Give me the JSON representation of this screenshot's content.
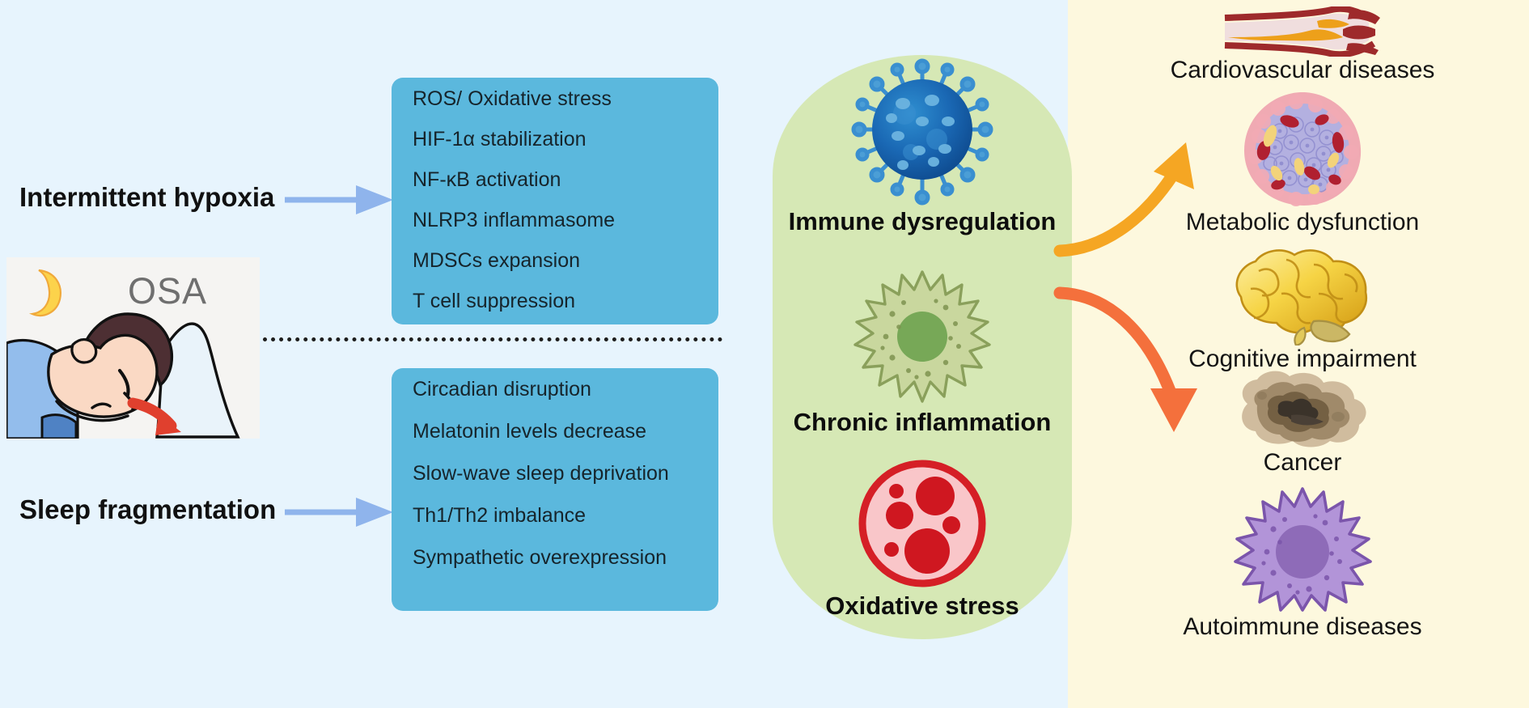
{
  "figure": {
    "domain": "Diagram",
    "background_left": "#e7f4fd",
    "background_right": "#fdf8de",
    "stage_color": "#d6e8b5",
    "box_color": "#5bb8dd"
  },
  "drivers": [
    {
      "id": "intermittent-hypoxia",
      "label": "Intermittent hypoxia",
      "arrow_color": "#8fb4ec"
    },
    {
      "id": "sleep-fragmentation",
      "label": "Sleep fragmentation",
      "arrow_color": "#8fb4ec"
    }
  ],
  "osa": {
    "label": "OSA",
    "icon": "sleeping-person-icon",
    "moon_icon": "crescent-moon-icon",
    "airflow_icon": "obstructed-airflow-arrow-icon",
    "airflow_color": "#e0402e",
    "moon_color": "#fcd34b"
  },
  "mechanisms": {
    "hypoxia": {
      "title_id": "mech-box-hypoxia",
      "items": [
        "ROS/ Oxidative stress",
        "HIF-1α stabilization",
        " NF-κB activation",
        "NLRP3 inflammasome",
        "MDSCs expansion",
        "T cell suppression"
      ]
    },
    "fragmentation": {
      "title_id": "mech-box-fragmentation",
      "items": [
        " Circadian disruption",
        "Melatonin levels decrease",
        "Slow-wave sleep deprivation",
        "Th1/Th2 imbalance",
        "Sympathetic overexpression"
      ]
    }
  },
  "outcomes": [
    {
      "id": "immune-dysregulation",
      "label": "Immune dysregulation",
      "icon": "virus-particle-icon",
      "color": "#1a5fa8"
    },
    {
      "id": "chronic-inflammation",
      "label": "Chronic inflammation",
      "icon": "macrophage-cell-icon",
      "color": "#b9c98a"
    },
    {
      "id": "oxidative-stress",
      "label": "Oxidative stress",
      "icon": "ros-cell-icon",
      "color": "#d51f26"
    }
  ],
  "flow_arrows": [
    {
      "id": "upper-flow-arrow",
      "direction": "up-right",
      "color": "#f5a623"
    },
    {
      "id": "lower-flow-arrow",
      "direction": "down-right",
      "color": "#f4703c"
    }
  ],
  "consequences": [
    {
      "id": "cardiovascular-diseases",
      "label": "Cardiovascular diseases",
      "icon": "atherosclerotic-artery-icon"
    },
    {
      "id": "metabolic-dysfunction",
      "label": "Metabolic dysfunction",
      "icon": "adipose-tissue-icon"
    },
    {
      "id": "cognitive-impairment",
      "label": "Cognitive impairment",
      "icon": "brain-icon"
    },
    {
      "id": "cancer",
      "label": "Cancer",
      "icon": "tumor-lesion-icon"
    },
    {
      "id": "autoimmune-diseases",
      "label": "Autoimmune diseases",
      "icon": "lymphocyte-cell-icon"
    }
  ]
}
